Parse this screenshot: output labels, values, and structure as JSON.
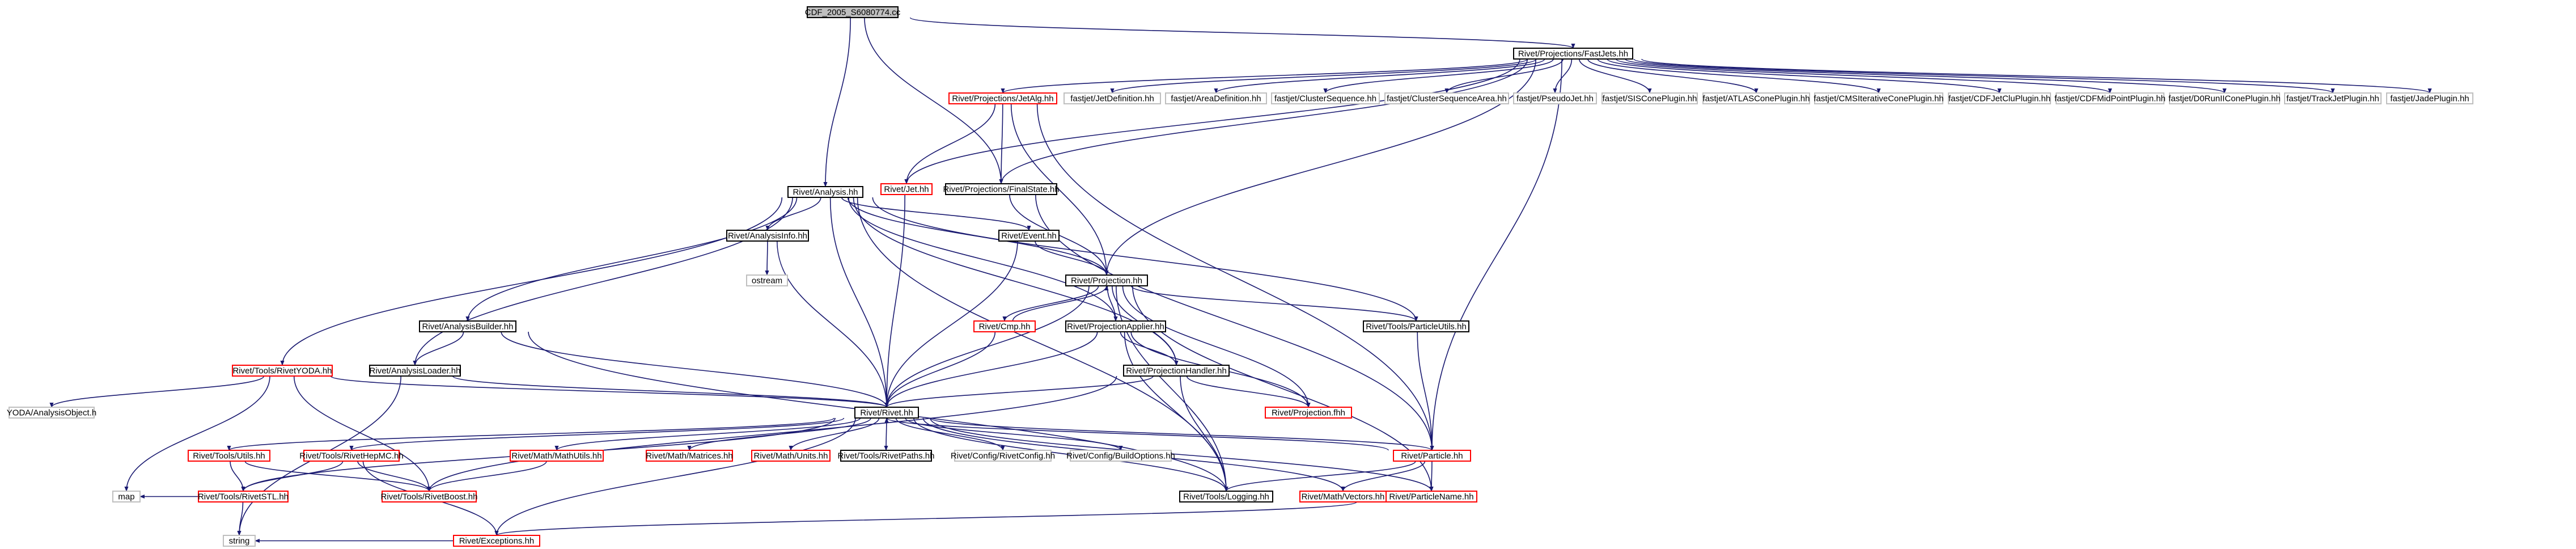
{
  "colors": {
    "edge": "#191970",
    "border_default": "#000000",
    "border_red": "#ff0000",
    "border_gray": "#bfbfbf",
    "root_fill": "#bfbfbf",
    "text": "#000000"
  },
  "nodes": [
    {
      "id": "root",
      "label": "CDF_2005_S6080774.cc"
    },
    {
      "id": "fastjets",
      "label": "Rivet/Projections/FastJets.hh"
    },
    {
      "id": "analysis",
      "label": "Rivet/Analysis.hh"
    },
    {
      "id": "jetalg",
      "label": "Rivet/Projections/JetAlg.hh"
    },
    {
      "id": "jetdef",
      "label": "fastjet/JetDefinition.hh"
    },
    {
      "id": "areadef",
      "label": "fastjet/AreaDefinition.hh"
    },
    {
      "id": "clusterseq",
      "label": "fastjet/ClusterSequence.hh"
    },
    {
      "id": "clusterseqarea",
      "label": "fastjet/ClusterSequenceArea.hh"
    },
    {
      "id": "pseudojet",
      "label": "fastjet/PseudoJet.hh"
    },
    {
      "id": "siscone",
      "label": "fastjet/SISConePlugin.hh"
    },
    {
      "id": "atlascone",
      "label": "fastjet/ATLASConePlugin.hh"
    },
    {
      "id": "cmsiter",
      "label": "fastjet/CMSIterativeConePlugin.hh"
    },
    {
      "id": "cdfjetclu",
      "label": "fastjet/CDFJetCluPlugin.hh"
    },
    {
      "id": "cdfmidpoint",
      "label": "fastjet/CDFMidPointPlugin.hh"
    },
    {
      "id": "d0run",
      "label": "fastjet/D0RunIIConePlugin.hh"
    },
    {
      "id": "trackjet",
      "label": "fastjet/TrackJetPlugin.hh"
    },
    {
      "id": "jade",
      "label": "fastjet/JadePlugin.hh"
    },
    {
      "id": "jet",
      "label": "Rivet/Jet.hh"
    },
    {
      "id": "finalstate",
      "label": "Rivet/Projections/FinalState.hh"
    },
    {
      "id": "analysisinfo",
      "label": "Rivet/AnalysisInfo.hh"
    },
    {
      "id": "ostream",
      "label": "ostream"
    },
    {
      "id": "event",
      "label": "Rivet/Event.hh"
    },
    {
      "id": "projection",
      "label": "Rivet/Projection.hh"
    },
    {
      "id": "analysisbuilder",
      "label": "Rivet/AnalysisBuilder.hh"
    },
    {
      "id": "cmp",
      "label": "Rivet/Cmp.hh"
    },
    {
      "id": "projapplier",
      "label": "Rivet/ProjectionApplier.hh"
    },
    {
      "id": "particleutils",
      "label": "Rivet/Tools/ParticleUtils.hh"
    },
    {
      "id": "rivetyoda",
      "label": "Rivet/Tools/RivetYODA.hh"
    },
    {
      "id": "analysisloader",
      "label": "Rivet/AnalysisLoader.hh"
    },
    {
      "id": "projhandler",
      "label": "Rivet/ProjectionHandler.hh"
    },
    {
      "id": "yodaobj",
      "label": "YODA/AnalysisObject.h"
    },
    {
      "id": "rivet",
      "label": "Rivet/Rivet.hh"
    },
    {
      "id": "projfhh",
      "label": "Rivet/Projection.fhh"
    },
    {
      "id": "utils",
      "label": "Rivet/Tools/Utils.hh"
    },
    {
      "id": "rivethepmc",
      "label": "Rivet/Tools/RivetHepMC.hh"
    },
    {
      "id": "mathutils",
      "label": "Rivet/Math/MathUtils.hh"
    },
    {
      "id": "matrices",
      "label": "Rivet/Math/Matrices.hh"
    },
    {
      "id": "units",
      "label": "Rivet/Math/Units.hh"
    },
    {
      "id": "rivetpaths",
      "label": "Rivet/Tools/RivetPaths.hh"
    },
    {
      "id": "rivetconfig",
      "label": "Rivet/Config/RivetConfig.hh"
    },
    {
      "id": "buildoptions",
      "label": "Rivet/Config/BuildOptions.hh"
    },
    {
      "id": "particle",
      "label": "Rivet/Particle.hh"
    },
    {
      "id": "rivetstl",
      "label": "Rivet/Tools/RivetSTL.hh"
    },
    {
      "id": "rivetboost",
      "label": "Rivet/Tools/RivetBoost.hh"
    },
    {
      "id": "logging",
      "label": "Rivet/Tools/Logging.hh"
    },
    {
      "id": "vectors",
      "label": "Rivet/Math/Vectors.hh"
    },
    {
      "id": "particlename",
      "label": "Rivet/ParticleName.hh"
    },
    {
      "id": "map",
      "label": "map"
    },
    {
      "id": "exceptions",
      "label": "Rivet/Exceptions.hh"
    },
    {
      "id": "string",
      "label": "string"
    }
  ]
}
